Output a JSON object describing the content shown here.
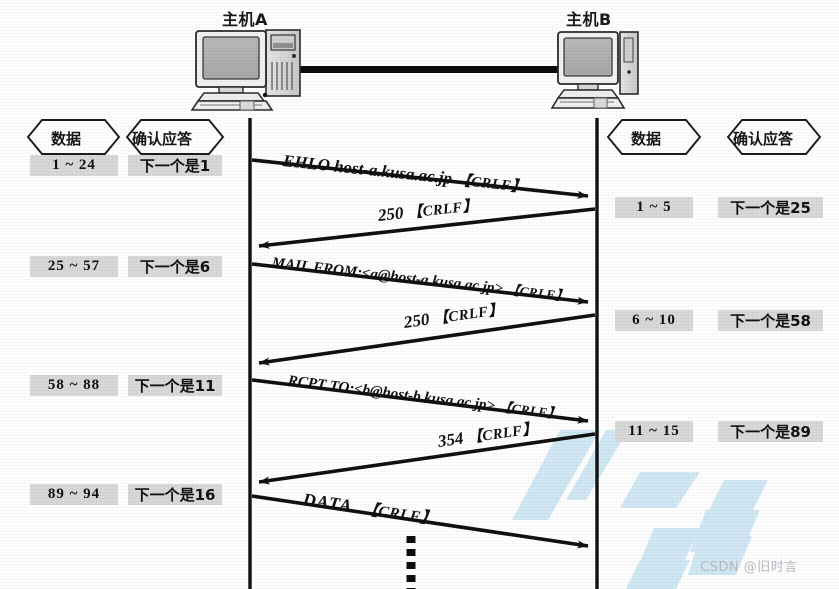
{
  "figure": {
    "kind": "smtp-tcp-sequence-diagram",
    "hosts": [
      {
        "id": "host-a",
        "label": "主机A"
      },
      {
        "id": "host-b",
        "label": "主机B"
      }
    ],
    "column_headers": {
      "data": "数据",
      "ack": "确认应答"
    },
    "left_columns": {
      "data_header": "数据",
      "ack_header": "确认应答",
      "rows": [
        {
          "data": "1 ~ 24",
          "ack": "下一个是1"
        },
        {
          "data": "25 ~ 57",
          "ack": "下一个是6"
        },
        {
          "data": "58 ~ 88",
          "ack": "下一个是11"
        },
        {
          "data": "89 ~ 94",
          "ack": "下一个是16"
        }
      ]
    },
    "right_columns": {
      "data_header": "数据",
      "ack_header": "确认应答",
      "rows": [
        {
          "data": "1 ~ 5",
          "ack": "下一个是25"
        },
        {
          "data": "6 ~ 10",
          "ack": "下一个是58"
        },
        {
          "data": "11 ~ 15",
          "ack": "下一个是89"
        }
      ]
    },
    "messages": [
      {
        "id": "msg-ehlo",
        "direction": "a-to-b",
        "text": "EHLO host-a.kusa.ac.jp",
        "terminator": "【CRLF】"
      },
      {
        "id": "msg-250-1",
        "direction": "b-to-a",
        "text": "250",
        "terminator": "【CRLF】"
      },
      {
        "id": "msg-mail-from",
        "direction": "a-to-b",
        "text": "MAIL FROM:<a@host-a.kusa.ac.jp>",
        "terminator": "【CRLF】"
      },
      {
        "id": "msg-250-2",
        "direction": "b-to-a",
        "text": "250",
        "terminator": "【CRLF】"
      },
      {
        "id": "msg-rcpt-to",
        "direction": "a-to-b",
        "text": "RCPT TO:<b@host-b.kusa.ac.jp>",
        "terminator": "【CRLF】"
      },
      {
        "id": "msg-354",
        "direction": "b-to-a",
        "text": "354",
        "terminator": "【CRLF】"
      },
      {
        "id": "msg-data",
        "direction": "a-to-b",
        "text": "DATA",
        "terminator": "【CRLF】"
      }
    ],
    "continuation": "⋮"
  },
  "watermark": {
    "text": "CSDN @旧时言",
    "mark_color": "#cfe7f5"
  },
  "colors": {
    "ink": "#111111",
    "cell_background": "#d9d9d9",
    "paper": "#ffffff",
    "watermark_text": "#b9bcc4"
  }
}
